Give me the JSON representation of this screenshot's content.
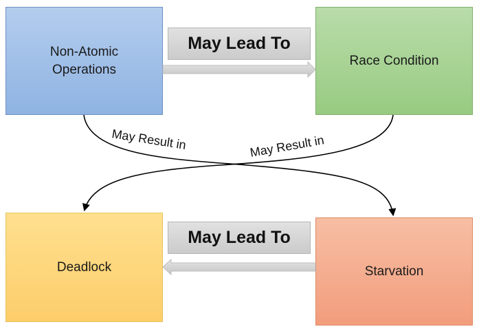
{
  "nodes": {
    "non_atomic": "Non-Atomic\nOperations",
    "race_condition": "Race Condition",
    "deadlock": "Deadlock",
    "starvation": "Starvation"
  },
  "edges": {
    "top_label": "May Lead To",
    "bottom_label": "May Lead To",
    "left_curve_label": "May Result in",
    "right_curve_label": "May Result in"
  }
}
